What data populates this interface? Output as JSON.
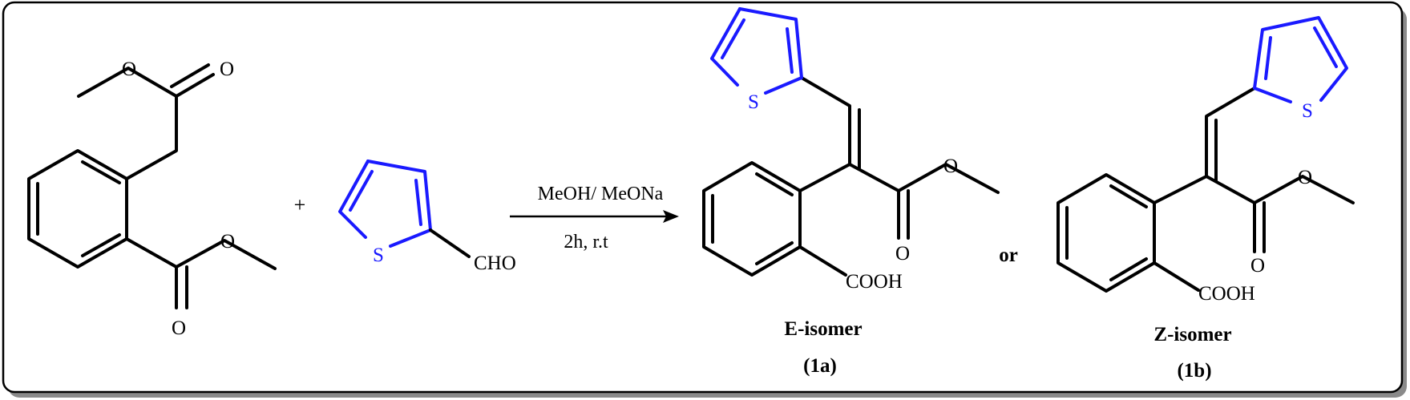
{
  "reagents": {
    "plus": "+",
    "aldehyde_group": "CHO",
    "thiophene_sulfur": "S"
  },
  "starting_material": {
    "oxygen_labels": [
      "O",
      "O",
      "O",
      "O"
    ]
  },
  "conditions": {
    "above_arrow": "MeOH/ MeONa",
    "below_arrow": "2h, r.t"
  },
  "products": {
    "e_isomer": {
      "name": "E-isomer",
      "id": "(1a)",
      "acid_group": "COOH",
      "sulfur": "S",
      "ester_oxygens": [
        "O",
        "O"
      ]
    },
    "or_text": "or",
    "z_isomer": {
      "name": "Z-isomer",
      "id": "(1b)",
      "acid_group": "COOH",
      "sulfur": "S",
      "ester_oxygens": [
        "O",
        "O"
      ]
    }
  },
  "colors": {
    "thiophene": "#1a1aff",
    "bonds": "#000000",
    "frame_shadow": "#8a8a8a"
  }
}
